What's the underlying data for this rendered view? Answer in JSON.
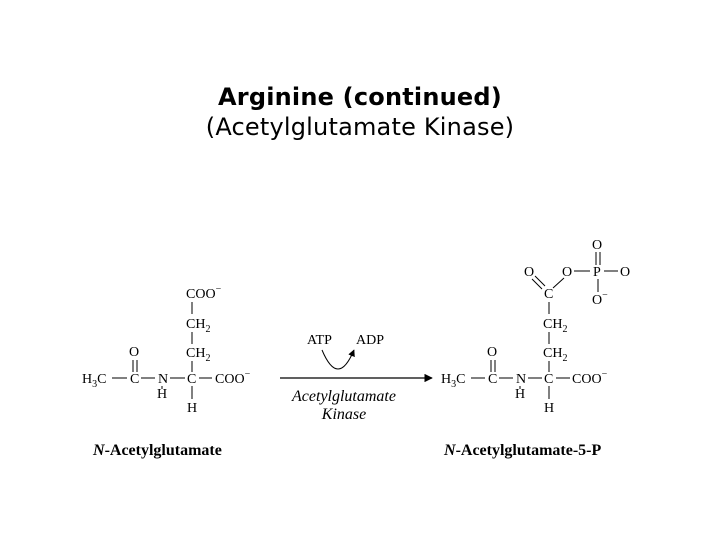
{
  "slide": {
    "title": "Arginine (continued)",
    "subtitle": "(Acetylglutamate Kinase)"
  },
  "reaction": {
    "substrate": {
      "name_prefix": "N",
      "name_rest": "-Acetylglutamate",
      "atoms": {
        "coo_top": "COO",
        "charge": "−",
        "ch2": "CH",
        "sub2": "2",
        "o": "O",
        "h3": "H",
        "sub3": "3",
        "c": "C",
        "n": "N",
        "h": "H",
        "coo_right": "COO"
      }
    },
    "product": {
      "name_prefix": "N",
      "name_rest": "-Acetylglutamate-5-P",
      "atoms": {
        "o": "O",
        "c": "C",
        "p": "P",
        "o_minus": "O",
        "charge": "−",
        "ch2": "CH",
        "sub2": "2",
        "h3": "H",
        "sub3": "3",
        "n": "N",
        "h": "H",
        "coo_right": "COO"
      }
    },
    "cofactors": {
      "in": "ATP",
      "out": "ADP"
    },
    "enzyme": {
      "line1": "Acetylglutamate",
      "line2": "Kinase"
    }
  }
}
